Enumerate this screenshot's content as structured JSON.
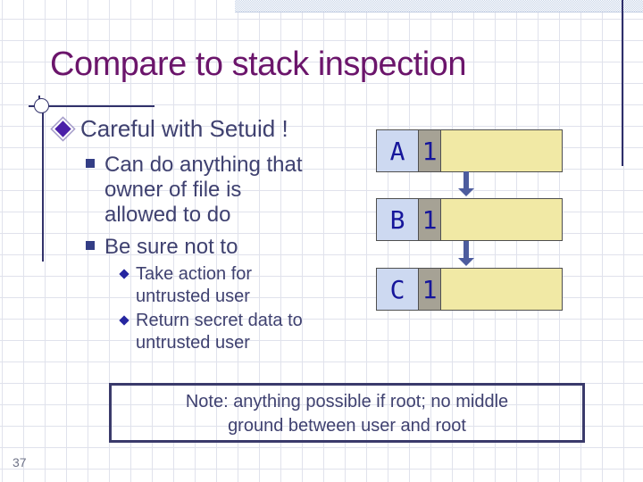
{
  "slide": {
    "title": "Compare to stack inspection",
    "page_number": "37",
    "bullets": {
      "l1": "Careful with Setuid !",
      "l2": [
        {
          "lines": [
            "Can do anything that",
            "owner of file is",
            "allowed to do"
          ]
        },
        {
          "lines": [
            "Be sure not to"
          ]
        }
      ],
      "l3": [
        {
          "lines": [
            "Take action for",
            "untrusted user"
          ]
        },
        {
          "lines": [
            "Return secret data to",
            "untrusted user"
          ]
        }
      ]
    },
    "stack": {
      "rows": [
        {
          "label": "A",
          "value": "1"
        },
        {
          "label": "B",
          "value": "1"
        },
        {
          "label": "C",
          "value": "1"
        }
      ]
    },
    "note": {
      "lines": [
        "Note: anything possible if root; no middle",
        "ground between user and root"
      ]
    },
    "icons": {
      "l1_bullet": "purple-diamond",
      "l2_bullet": "navy-square",
      "l3_bullet": "small-navy-diamond",
      "connector": "down-arrow"
    },
    "colors": {
      "title": "#6b156b",
      "body_text": "#3f4170",
      "bullet_purple": "#4a1fa8",
      "bullet_navy": "#333d85",
      "cell_text": "#16169b",
      "cell_label_bg": "#cdd9f1",
      "cell_num_bg": "#a6a295",
      "cell_value_bg": "#f1e9a5",
      "cell_border": "#4f4f4f",
      "arrow": "#4d5c9e",
      "note_border": "#3a3a6b",
      "ornament_line": "#32326b",
      "top_band": "#c9d5e8",
      "grid_line": "#e0e2ec",
      "page_number": "#6f7488"
    }
  }
}
